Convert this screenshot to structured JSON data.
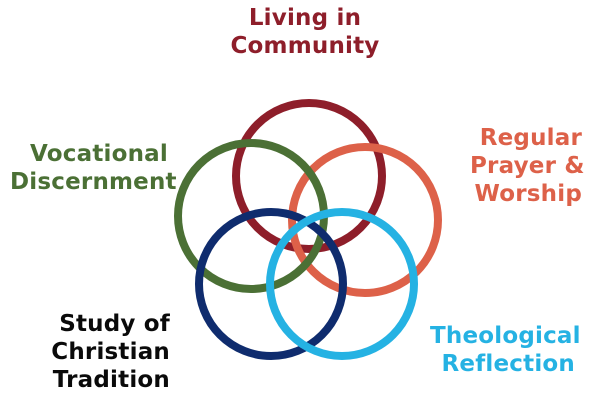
{
  "colors": {
    "community": "#8e1e2a",
    "prayer": "#dd6149",
    "vocational": "#4b7035",
    "study": "#0f2c6e",
    "theological": "#25b2e3",
    "study_label": "#0a0a0a"
  },
  "labels": {
    "community": [
      "Living in",
      "Community"
    ],
    "prayer": [
      "Regular",
      "Prayer &",
      "Worship"
    ],
    "vocational": [
      "Vocational",
      "Discernment"
    ],
    "study": [
      "Study of",
      "Christian",
      "Tradition"
    ],
    "theological": [
      "Theological",
      "Reflection"
    ]
  }
}
